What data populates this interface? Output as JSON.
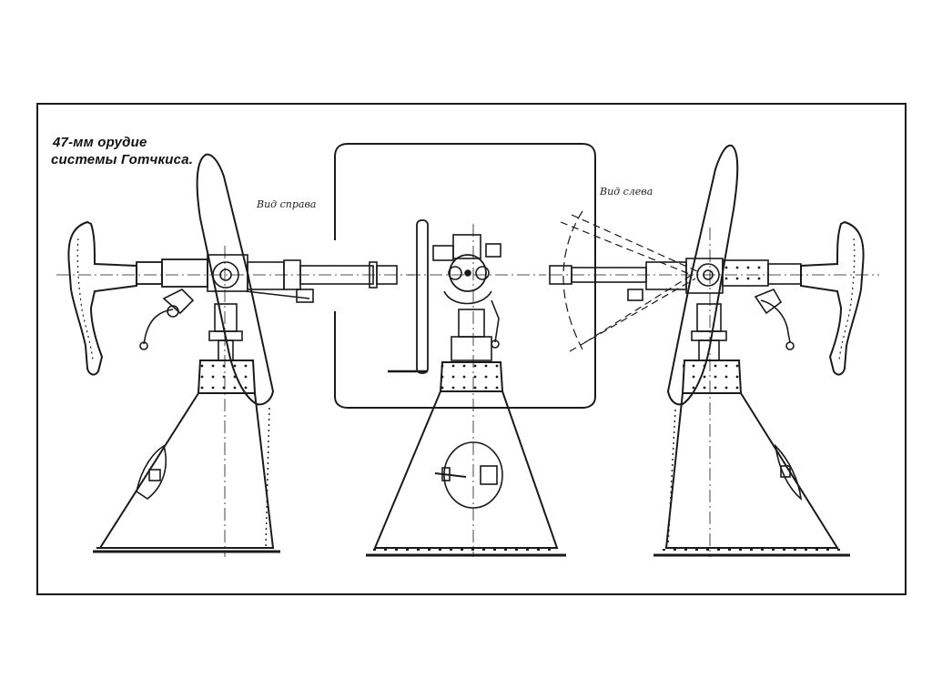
{
  "title": {
    "line1": "47-мм орудие",
    "line2": "системы Готчкиса."
  },
  "labels": {
    "right_view": "Вид справа",
    "left_view": "Вид слева"
  },
  "views": [
    "right-side-view",
    "front-view",
    "left-side-view"
  ],
  "colors": {
    "ink": "#1a1a1a",
    "paper": "#ffffff"
  }
}
